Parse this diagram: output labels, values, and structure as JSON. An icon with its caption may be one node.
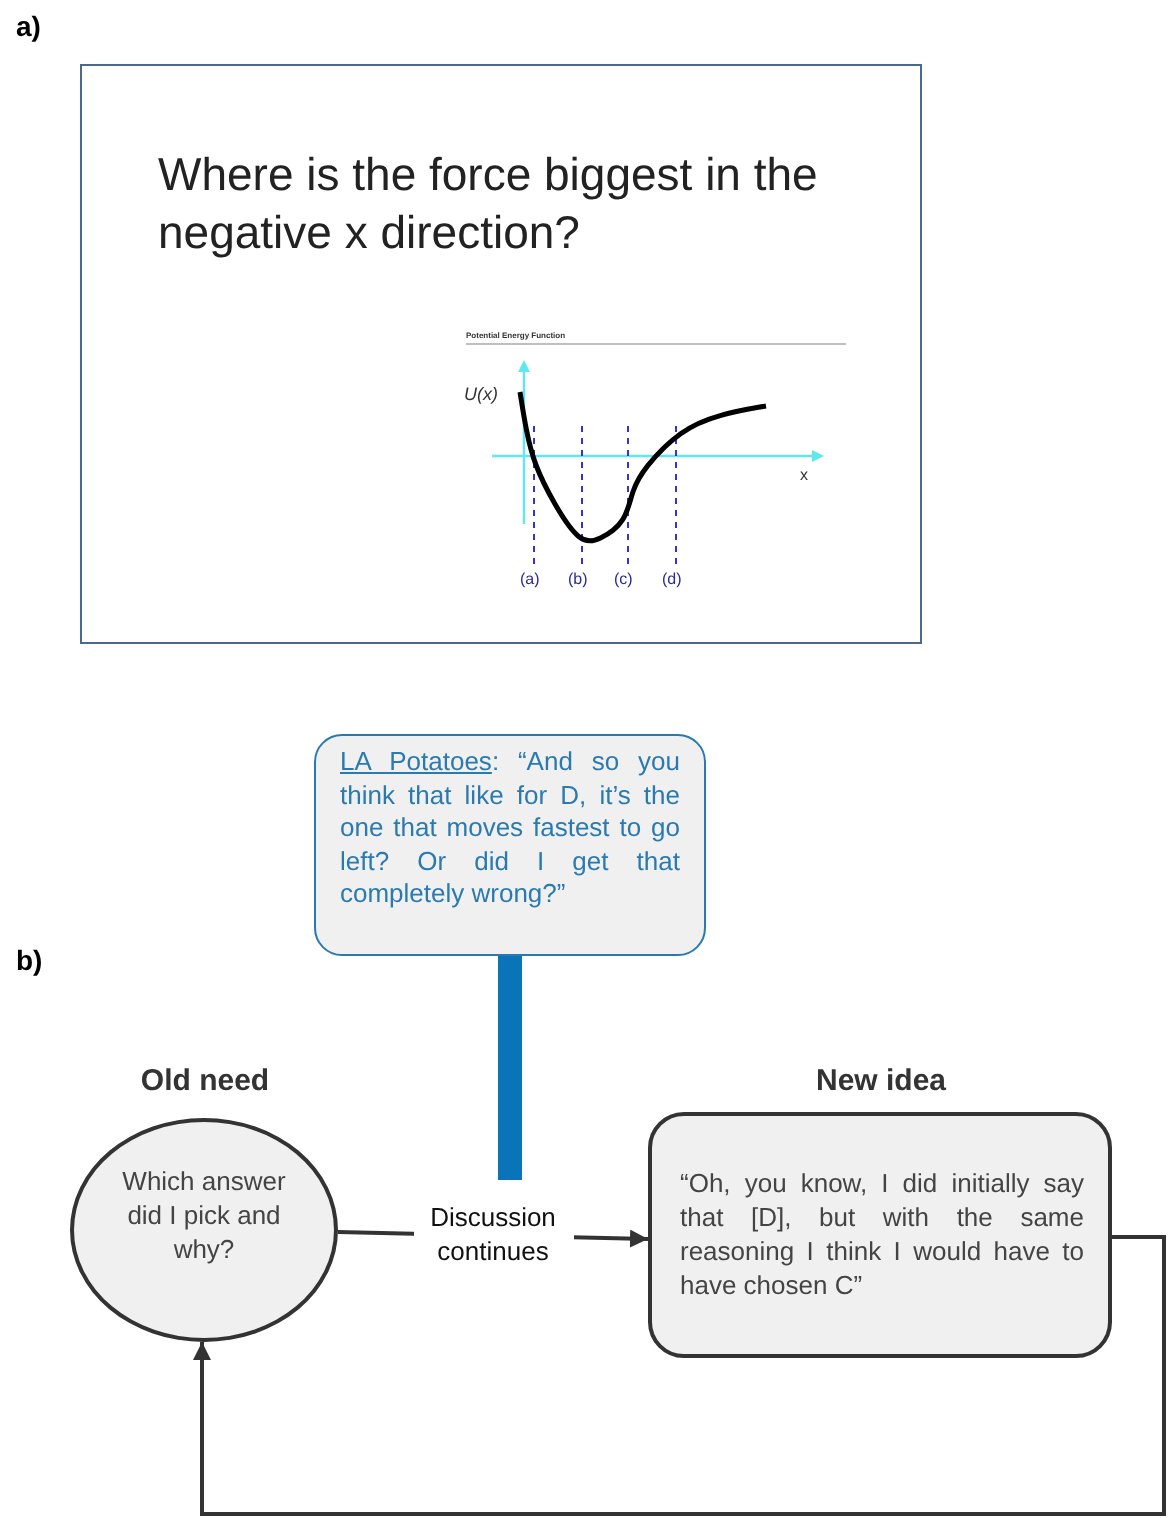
{
  "diagram": {
    "nodes": [
      {
        "text": [
          "Where is the force biggest in the negative x direction?"
        ]
      },
      {
        "text": [
          "LA Potatoes",
          ": “And so you think that like for D, it’s the one that moves fastest to go left? Or did I get that completely wrong?”"
        ]
      },
      {
        "text": [
          "Old need",
          "Which answer did I pick and why?"
        ]
      },
      {
        "text": [
          "New idea",
          "“Oh, you know, I did initially say that [D], but with the same reasoning I think I would have to have chosen C”"
        ]
      }
    ],
    "edges": [
      {
        "from": 2,
        "to": 3,
        "arrow": "to",
        "label": "Discussion continues"
      },
      {
        "from": 3,
        "to": 2,
        "arrow": "to"
      },
      {
        "from": 1,
        "to": null,
        "arrow": "none",
        "style": "thick",
        "color": "#0a74b8"
      }
    ],
    "labels": [
      "a)",
      "b)",
      "Potential Energy Function",
      "U(x)",
      "x",
      "(a)",
      "(b)",
      "(c)",
      "(d)"
    ]
  }
}
